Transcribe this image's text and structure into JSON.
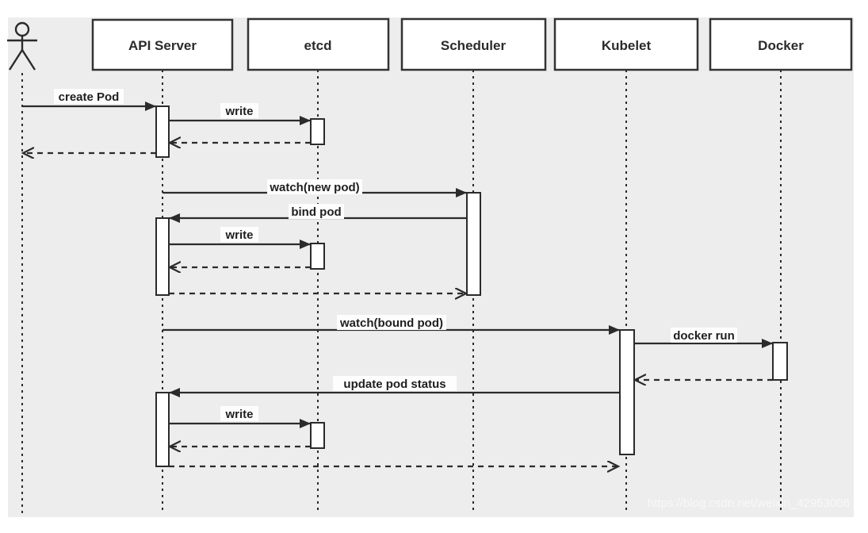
{
  "diagram": {
    "kind": "uml-sequence-diagram",
    "topic": "Kubernetes pod creation flow",
    "actor": {
      "id": "user",
      "shape": "stick-figure"
    },
    "participants": [
      {
        "id": "api-server",
        "label": "API Server"
      },
      {
        "id": "etcd",
        "label": "etcd"
      },
      {
        "id": "scheduler",
        "label": "Scheduler"
      },
      {
        "id": "kubelet",
        "label": "Kubelet"
      },
      {
        "id": "docker",
        "label": "Docker"
      }
    ],
    "messages": [
      {
        "label": "create Pod",
        "from": "user",
        "to": "api-server",
        "type": "sync"
      },
      {
        "label": "write",
        "from": "api-server",
        "to": "etcd",
        "type": "sync"
      },
      {
        "label": "",
        "from": "etcd",
        "to": "api-server",
        "type": "return"
      },
      {
        "label": "",
        "from": "api-server",
        "to": "user",
        "type": "return"
      },
      {
        "label": "watch(new pod)",
        "from": "api-server",
        "to": "scheduler",
        "type": "sync"
      },
      {
        "label": "bind pod",
        "from": "scheduler",
        "to": "api-server",
        "type": "sync"
      },
      {
        "label": "write",
        "from": "api-server",
        "to": "etcd",
        "type": "sync"
      },
      {
        "label": "",
        "from": "etcd",
        "to": "api-server",
        "type": "return"
      },
      {
        "label": "",
        "from": "api-server",
        "to": "scheduler",
        "type": "return"
      },
      {
        "label": "watch(bound pod)",
        "from": "api-server",
        "to": "kubelet",
        "type": "sync"
      },
      {
        "label": "docker run",
        "from": "kubelet",
        "to": "docker",
        "type": "sync"
      },
      {
        "label": "",
        "from": "docker",
        "to": "kubelet",
        "type": "return"
      },
      {
        "label": "update pod status",
        "from": "kubelet",
        "to": "api-server",
        "type": "sync"
      },
      {
        "label": "write",
        "from": "api-server",
        "to": "etcd",
        "type": "sync"
      },
      {
        "label": "",
        "from": "etcd",
        "to": "api-server",
        "type": "return"
      },
      {
        "label": "",
        "from": "api-server",
        "to": "kubelet",
        "type": "return"
      }
    ],
    "watermark": {
      "text": "https://blog.csdn.net/weixin_42953006"
    },
    "colors": {
      "canvas": "#ffffff",
      "background": "#ededed",
      "line": "#2b2b2b",
      "box_fill": "#ffffff",
      "label_bg": "#fdfdfd",
      "watermark": "#fafafa"
    }
  }
}
